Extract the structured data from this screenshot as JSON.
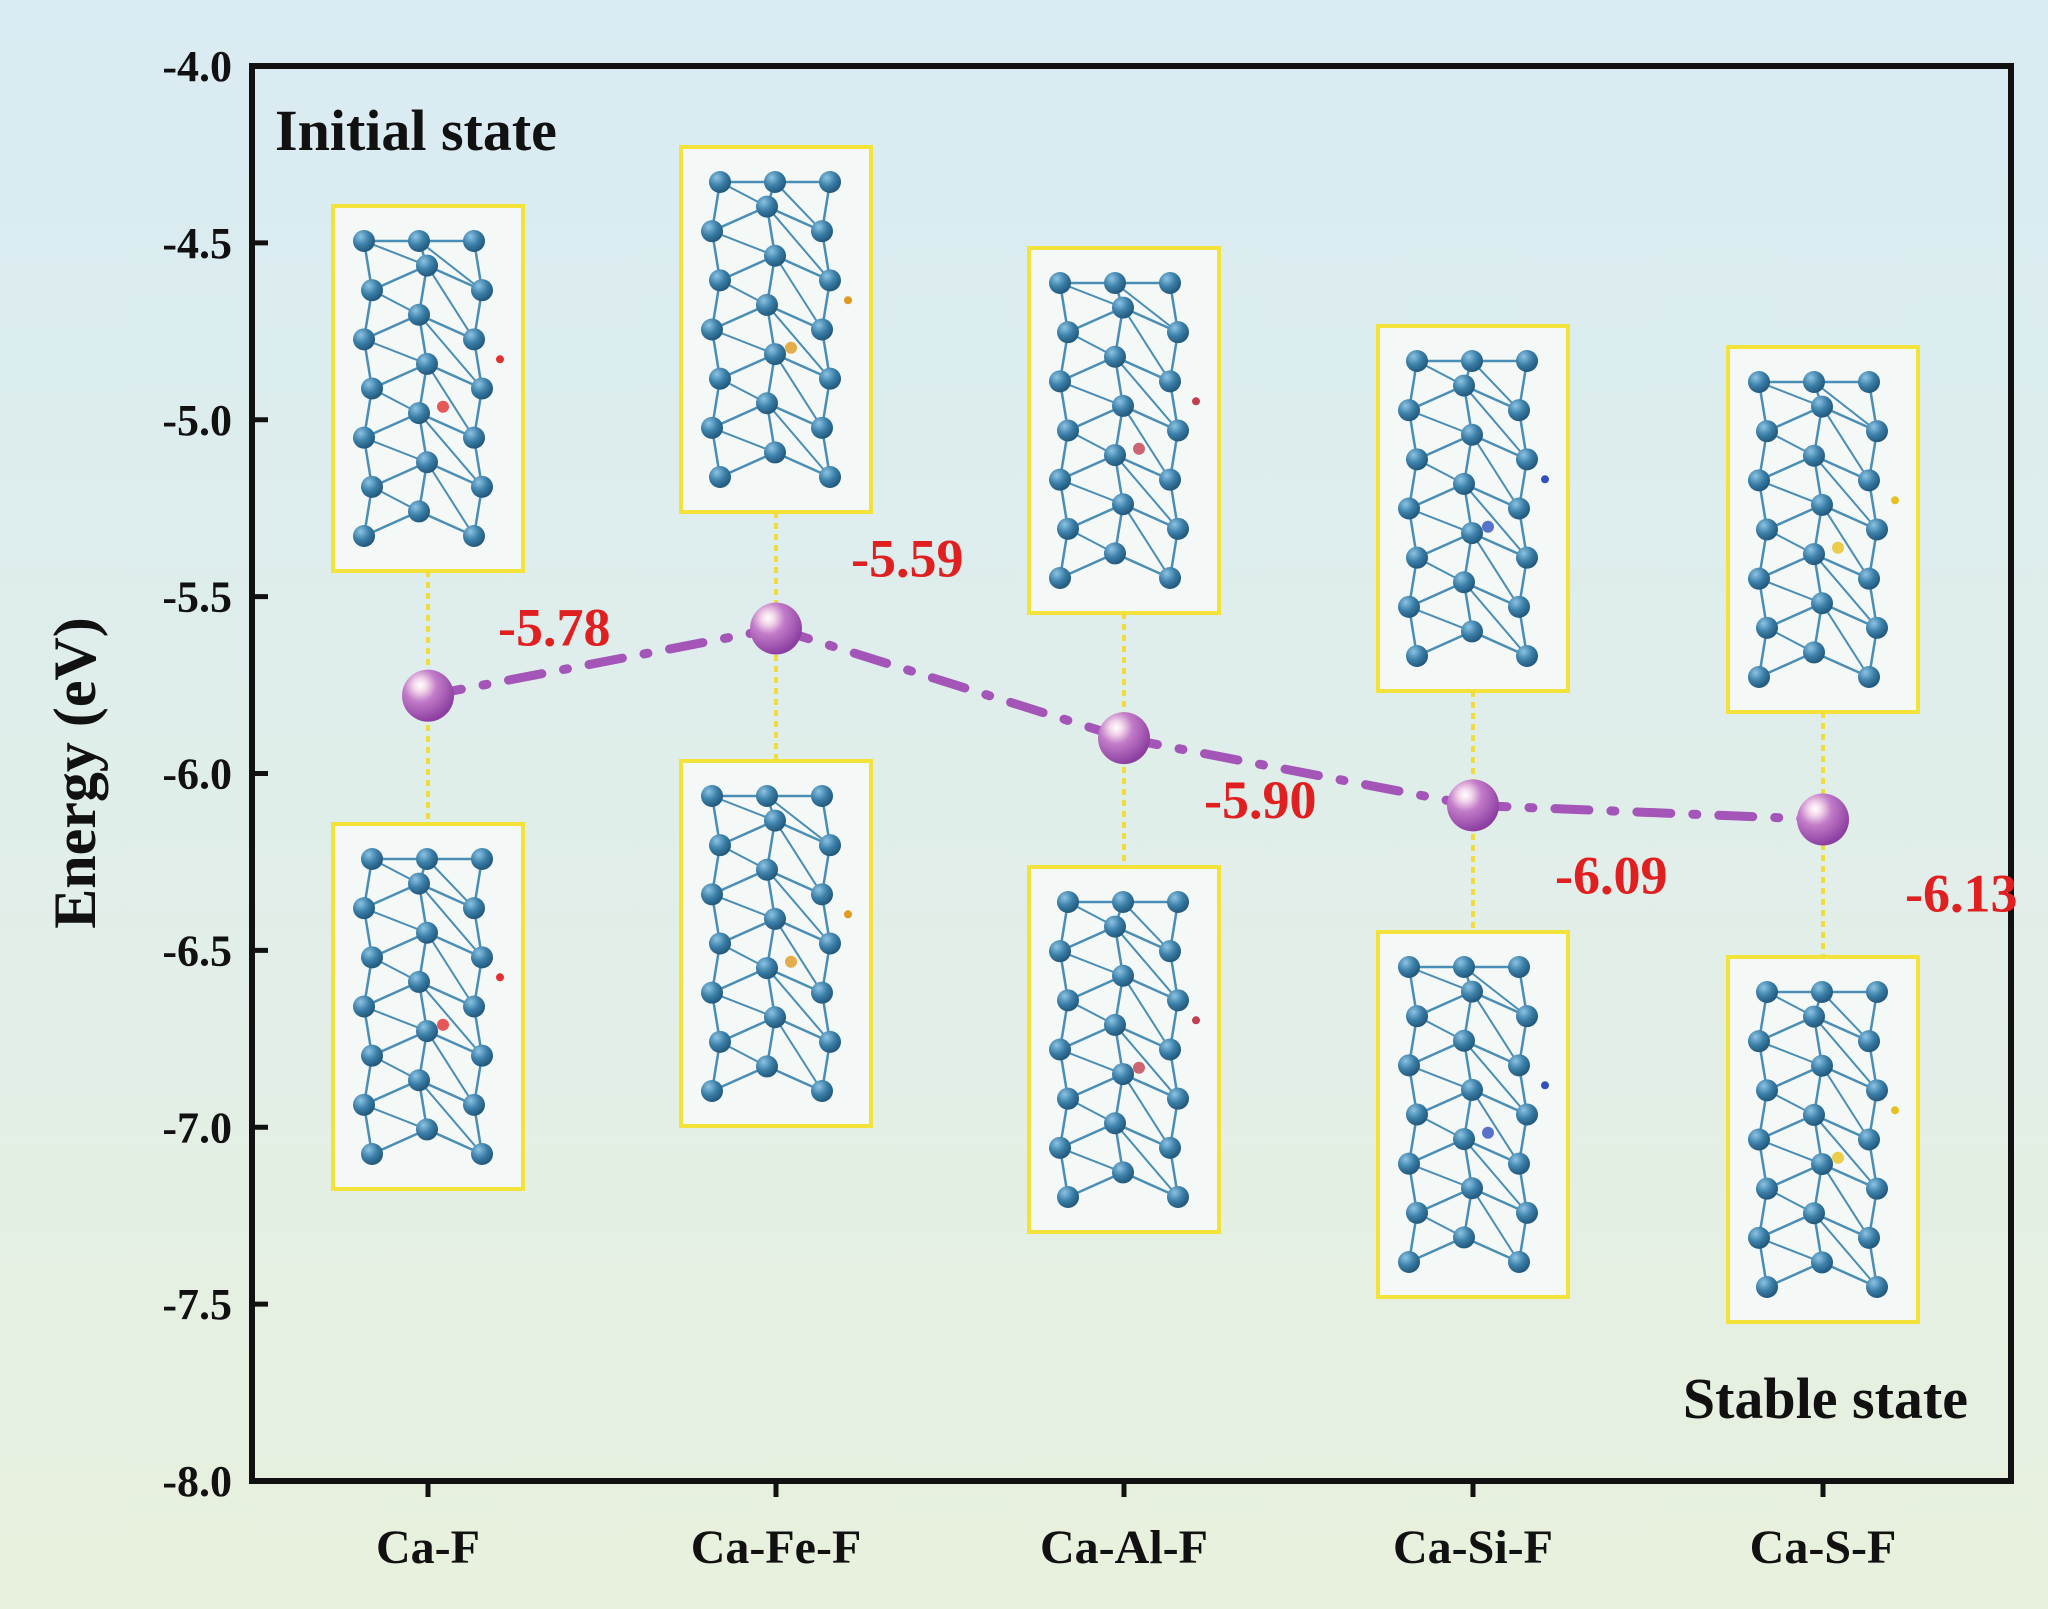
{
  "chart_data": {
    "type": "line",
    "title": "",
    "xlabel": "",
    "ylabel": "Energy (eV)",
    "ylim": [
      -8.0,
      -4.0
    ],
    "y_ticks": [
      "-4.0",
      "-4.5",
      "-5.0",
      "-5.5",
      "-6.0",
      "-6.5",
      "-7.0",
      "-7.5",
      "-8.0"
    ],
    "categories": [
      "Ca-F",
      "Ca-Fe-F",
      "Ca-Al-F",
      "Ca-Si-F",
      "Ca-S-F"
    ],
    "series": [
      {
        "values": [
          -5.78,
          -5.59,
          -5.9,
          -6.09,
          -6.13
        ]
      }
    ],
    "data_labels": [
      "-5.78",
      "-5.59",
      "-5.90",
      "-6.09",
      "-6.13"
    ],
    "annotations": {
      "top_left": "Initial state",
      "bottom_right": "Stable state"
    },
    "grid": false,
    "legend": "none",
    "colors": {
      "line": "#a455b8",
      "marker": "#a855bc",
      "data_label": "#e02020",
      "frame": "#111111",
      "panel_border": "#f2e23a",
      "atom": "#3b7fa8"
    }
  }
}
